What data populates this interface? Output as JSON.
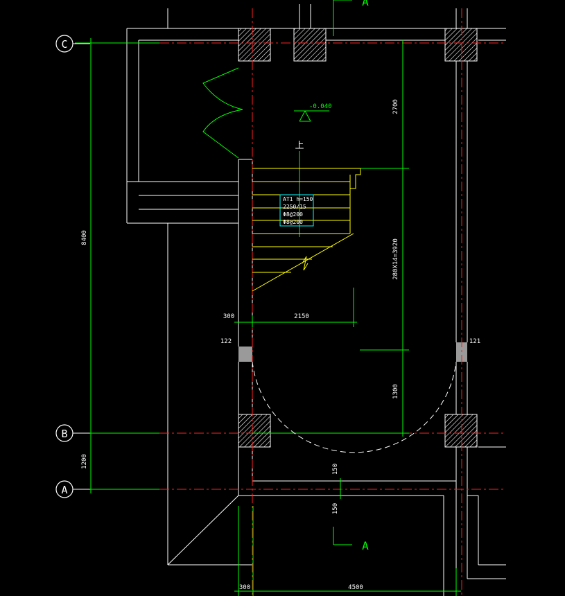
{
  "colors": {
    "background": "#000000",
    "wall": "#ffffff",
    "axis": "#ff2020",
    "dimension": "#00ff00",
    "stair": "#ffff00",
    "label": "#00ffff",
    "hatch": "#ffffff"
  },
  "grid_labels": {
    "c": "C",
    "b": "B",
    "a": "A"
  },
  "section": {
    "top": "A",
    "bottom": "A"
  },
  "level": "-0.040",
  "stair_direction": "上",
  "stair_note": {
    "line1": "AT1 h=150",
    "line2": "2250/15",
    "line3": "Φ8@200",
    "line4": "Φ8@200"
  },
  "dimensions": {
    "overall_height": "8400",
    "lower_span": "1200",
    "upper_clear": "2700",
    "flight_length": "280X14=3920",
    "landing": "1300",
    "left_wall": "300",
    "flight_width": "2150",
    "slab_top": "150",
    "slab_bottom": "150",
    "bottom_left": "300",
    "bottom_width": "4500"
  },
  "tags": {
    "left": "122",
    "right": "121"
  }
}
